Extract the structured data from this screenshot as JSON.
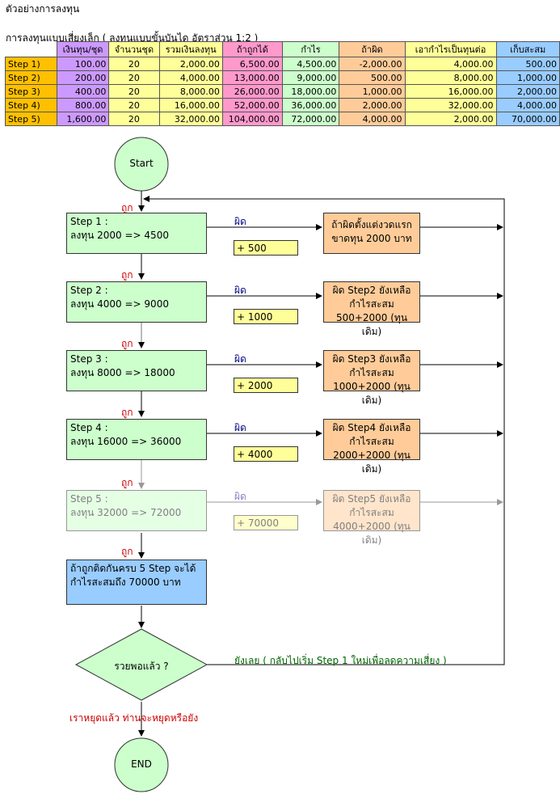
{
  "heading": "ตัวอย่างการลงทุน",
  "subheading": "การลงทุนแบบเสี่ยงเล็ก ( ลงทุนแบบขั้นบันได อัตราส่วน 1:2 )",
  "table": {
    "headers": [
      "เงินทุน/ชุด",
      "จำนวนชุด",
      "รวมเงินลงทุน",
      "ถ้าถูกได้",
      "กำไร",
      "ถ้าผิด",
      "เอากำไรเป็นทุนต่อ",
      "เก็บสะสม"
    ],
    "rows": [
      {
        "step": "Step 1)",
        "cap": "100.00",
        "cnt": "20",
        "total": "2,000.00",
        "win": "6,500.00",
        "prof": "4,500.00",
        "loss": "-2,000.00",
        "next": "4,000.00",
        "acc": "500.00"
      },
      {
        "step": "Step 2)",
        "cap": "200.00",
        "cnt": "20",
        "total": "4,000.00",
        "win": "13,000.00",
        "prof": "9,000.00",
        "loss": "500.00",
        "next": "8,000.00",
        "acc": "1,000.00"
      },
      {
        "step": "Step 3)",
        "cap": "400.00",
        "cnt": "20",
        "total": "8,000.00",
        "win": "26,000.00",
        "prof": "18,000.00",
        "loss": "1,000.00",
        "next": "16,000.00",
        "acc": "2,000.00"
      },
      {
        "step": "Step 4)",
        "cap": "800.00",
        "cnt": "20",
        "total": "16,000.00",
        "win": "52,000.00",
        "prof": "36,000.00",
        "loss": "2,000.00",
        "next": "32,000.00",
        "acc": "4,000.00"
      },
      {
        "step": "Step 5)",
        "cap": "1,600.00",
        "cnt": "20",
        "total": "32,000.00",
        "win": "104,000.00",
        "prof": "72,000.00",
        "loss": "4,000.00",
        "next": "2,000.00",
        "acc": "70,000.00"
      }
    ]
  },
  "flow": {
    "start": "Start",
    "end": "END",
    "right_label": "ถูก",
    "wrong_label": "ผิด",
    "steps": [
      {
        "title": "Step 1 :",
        "detail": "ลงทุน 2000 => 4500",
        "gain": "+ 500",
        "loss_lines": [
          "ถ้าผิดตั้งแต่งวดแรก",
          "ขาดทุน 2000 บาท"
        ]
      },
      {
        "title": "Step 2 :",
        "detail": "ลงทุน 4000 => 9000",
        "gain": "+ 1000",
        "loss_lines": [
          "ผิด Step2 ยังเหลือ",
          "กำไรสะสม",
          "500+2000 (ทุนเดิม)"
        ]
      },
      {
        "title": "Step 3 :",
        "detail": "ลงทุน 8000 => 18000",
        "gain": "+ 2000",
        "loss_lines": [
          "ผิด Step3 ยังเหลือ",
          "กำไรสะสม",
          "1000+2000 (ทุนเดิม)"
        ]
      },
      {
        "title": "Step 4 :",
        "detail": "ลงทุน 16000 => 36000",
        "gain": "+ 4000",
        "loss_lines": [
          "ผิด Step4 ยังเหลือ",
          "กำไรสะสม",
          "2000+2000 (ทุนเดิม)"
        ]
      },
      {
        "title": "Step 5 :",
        "detail": "ลงทุน 32000 => 72000",
        "gain": "+ 70000",
        "loss_lines": [
          "ผิด Step5 ยังเหลือ",
          "กำไรสะสม",
          "4000+2000 (ทุนเดิม)"
        ]
      }
    ],
    "final_lines": [
      "ถ้าถูกติดกันครบ 5 Step จะได้",
      "กำไรสะสมถึง 70000 บาท"
    ],
    "decision": "รวยพอแล้ว ?",
    "loop_label": "ยังเลย ( กลับไปเริ่ม Step 1 ใหม่เพื่อลดความเสี่ยง )",
    "stop_label": "เราหยุดแล้ว ท่านจะหยุดหรือยัง"
  },
  "colors": {
    "step_green": "#ccffcc",
    "loss_orange": "#ffcc99",
    "gain_yellow": "#ffff99",
    "final_blue": "#99ccff",
    "row_header": "#ffc000"
  }
}
